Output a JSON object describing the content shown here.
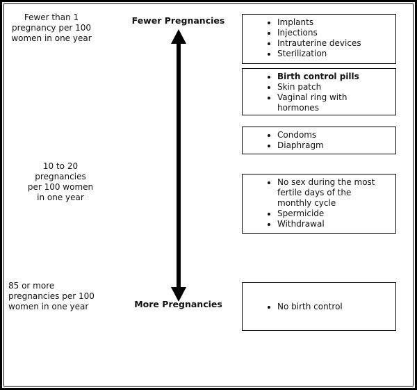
{
  "left_labels": {
    "top": "Fewer than 1\npregnancy per 100\nwomen in one year",
    "middle": "10 to 20\npregnancies\nper 100 women\nin one year",
    "bottom": "85 or more\npregnancies per 100\nwomen in one year"
  },
  "axis": {
    "top_label": "Fewer Pregnancies",
    "bottom_label": "More Pregnancies",
    "arrow_color": "#000000"
  },
  "method_boxes": [
    {
      "items": [
        "Implants",
        "Injections",
        "Intrauterine devices",
        "Sterilization"
      ]
    },
    {
      "items": [
        "Birth control pills",
        "Skin patch",
        "Vaginal ring with\nhormones"
      ]
    },
    {
      "items": [
        "Condoms",
        "Diaphragm"
      ]
    },
    {
      "items": [
        "No sex during the most\nfertile days of the\nmonthly cycle",
        "Spermicide",
        "Withdrawal"
      ]
    },
    {
      "items": [
        "No birth control"
      ]
    }
  ]
}
